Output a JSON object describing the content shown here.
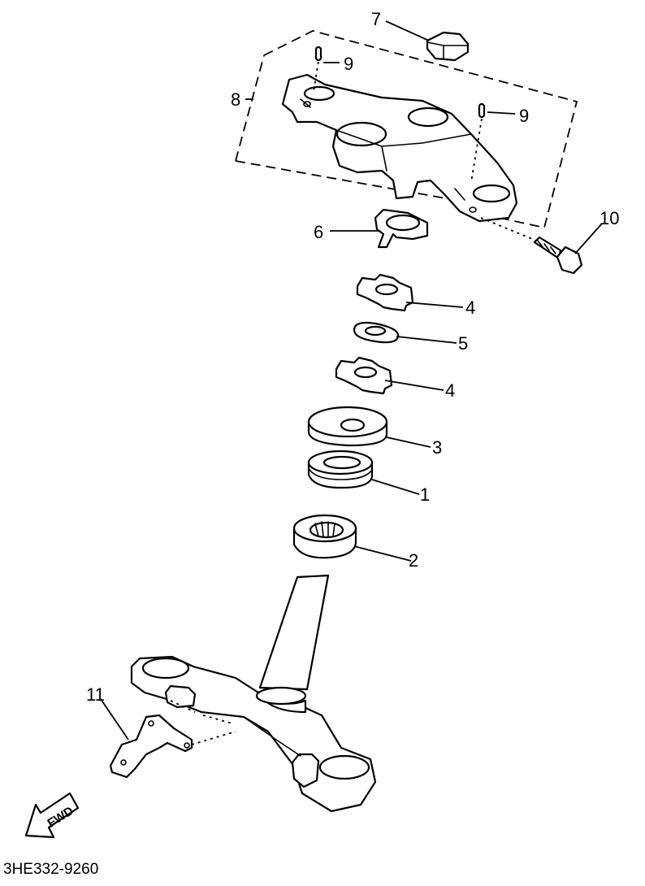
{
  "figure_code": "3HE332-9260",
  "fwd_label": "FWD",
  "callouts": [
    {
      "id": "c1",
      "text": "1"
    },
    {
      "id": "c2",
      "text": "2"
    },
    {
      "id": "c3",
      "text": "3"
    },
    {
      "id": "c4a",
      "text": "4"
    },
    {
      "id": "c4b",
      "text": "4"
    },
    {
      "id": "c5",
      "text": "5"
    },
    {
      "id": "c6",
      "text": "6"
    },
    {
      "id": "c7",
      "text": "7"
    },
    {
      "id": "c8",
      "text": "8"
    },
    {
      "id": "c9a",
      "text": "9"
    },
    {
      "id": "c9b",
      "text": "9"
    },
    {
      "id": "c10",
      "text": "10"
    },
    {
      "id": "c11",
      "text": "11"
    }
  ]
}
